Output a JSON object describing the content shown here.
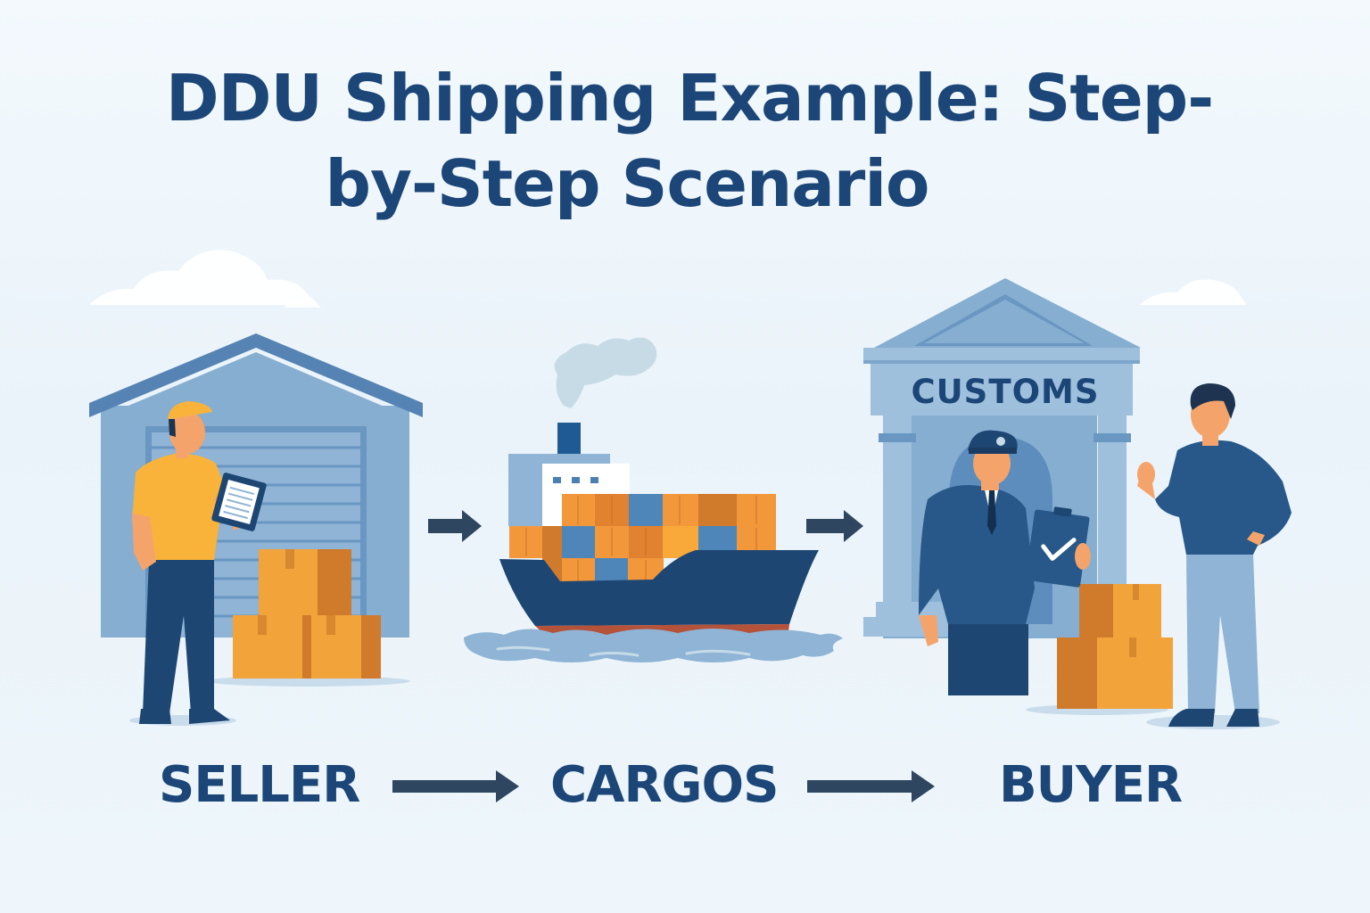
{
  "title": {
    "line1": "DDU Shipping Example: Step-",
    "line2": "by-Step Scenario"
  },
  "building_sign": "CUSTOMS",
  "flow": {
    "steps": [
      {
        "label": "SELLER",
        "icon": "warehouse-worker-illustration"
      },
      {
        "label": "CARGOS",
        "icon": "container-ship-illustration"
      },
      {
        "label": "BUYER",
        "icon": "customs-officer-buyer-illustration"
      }
    ],
    "arrow_icon": "right-arrow-icon"
  },
  "colors": {
    "title": "#1b4677",
    "background": "#eef6fb",
    "building": "#86aed0",
    "roof": "#5583b4",
    "navy": "#1d4673",
    "box_orange": "#f2a33a",
    "box_dark": "#d07a2c",
    "shirt_yellow": "#f9b33a",
    "arrow": "#2e4660"
  }
}
